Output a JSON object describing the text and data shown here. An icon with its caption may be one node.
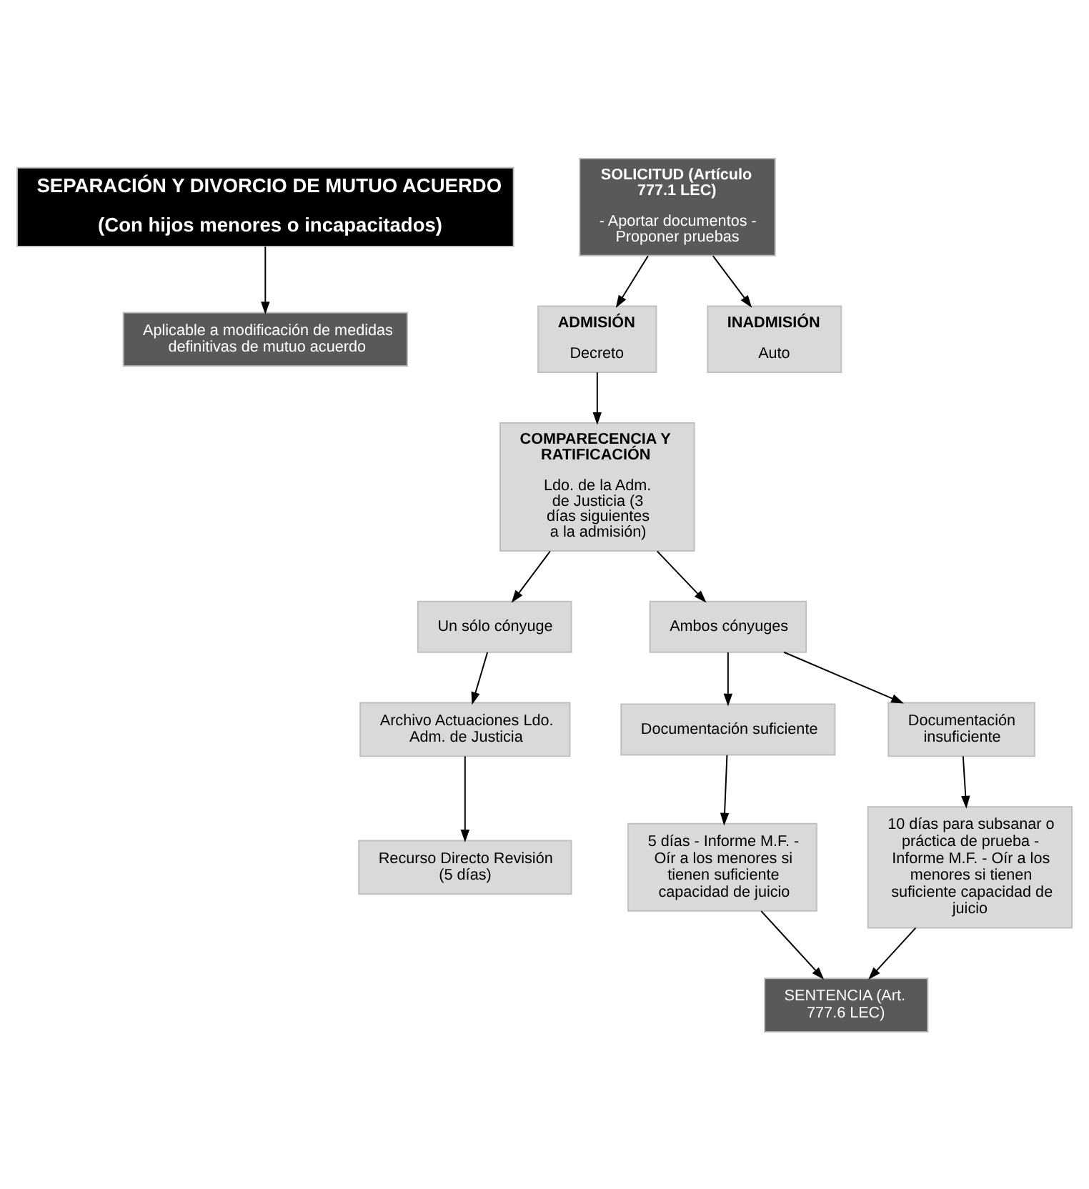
{
  "diagram": {
    "nodes": [
      {
        "text": [
          "SEPARACIÓN Y DIVORCIO DE MUTUO ACUERDO",
          "(Con hijos menores o incapacitados)"
        ]
      },
      {
        "text": [
          "Aplicable a modificación de medidas definitivas de mutuo acuerdo"
        ]
      },
      {
        "text": [
          "SOLICITUD (Artículo 777.1 LEC)",
          "- Aportar documentos - Proponer pruebas"
        ]
      },
      {
        "text": [
          "ADMISIÓN",
          "Decreto"
        ]
      },
      {
        "text": [
          "INADMISIÓN",
          "Auto"
        ]
      },
      {
        "text": [
          "COMPARECENCIA Y RATIFICACIÓN",
          "Ldo. de la Adm. de Justicia (3 días siguientes a la admisión)"
        ]
      },
      {
        "text": [
          "Un sólo cónyuge"
        ]
      },
      {
        "text": [
          "Ambos cónyuges"
        ]
      },
      {
        "text": [
          "Archivo Actuaciones Ldo. Adm. de Justicia"
        ]
      },
      {
        "text": [
          "Documentación suficiente"
        ]
      },
      {
        "text": [
          "Documentación insuficiente"
        ]
      },
      {
        "text": [
          "Recurso Directo Revisión (5 días)"
        ]
      },
      {
        "text": [
          "5 días - Informe M.F. - Oír a los menores si tienen suficiente capacidad de juicio"
        ]
      },
      {
        "text": [
          "10 días para subsanar o práctica de prueba - Informe M.F. - Oír a los menores si tienen suficiente capacidad de juicio"
        ]
      },
      {
        "text": [
          "SENTENCIA (Art. 777.6 LEC)"
        ]
      }
    ],
    "edges": [
      {
        "from": 0,
        "to": 1,
        "arrow": "to"
      },
      {
        "from": 2,
        "to": 3,
        "arrow": "to"
      },
      {
        "from": 2,
        "to": 4,
        "arrow": "to"
      },
      {
        "from": 3,
        "to": 5,
        "arrow": "to"
      },
      {
        "from": 5,
        "to": 6,
        "arrow": "to"
      },
      {
        "from": 5,
        "to": 7,
        "arrow": "to"
      },
      {
        "from": 6,
        "to": 8,
        "arrow": "to"
      },
      {
        "from": 8,
        "to": 11,
        "arrow": "to"
      },
      {
        "from": 7,
        "to": 9,
        "arrow": "to"
      },
      {
        "from": 7,
        "to": 10,
        "arrow": "to"
      },
      {
        "from": 9,
        "to": 12,
        "arrow": "to"
      },
      {
        "from": 10,
        "to": 13,
        "arrow": "to"
      },
      {
        "from": 12,
        "to": 14,
        "arrow": "to"
      },
      {
        "from": 13,
        "to": 14,
        "arrow": "to"
      }
    ]
  }
}
